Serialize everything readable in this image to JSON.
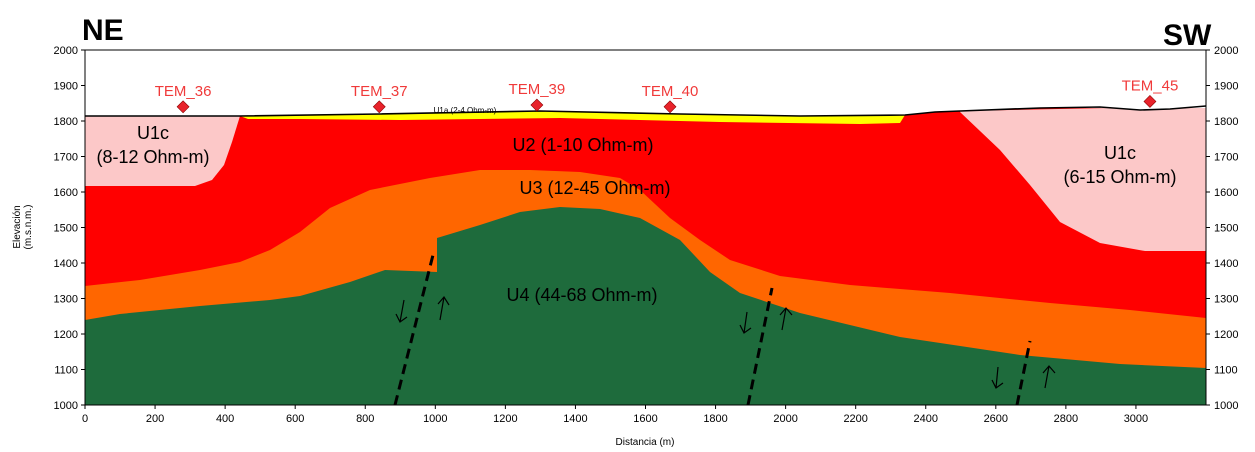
{
  "corners": {
    "left": "NE",
    "right": "SW"
  },
  "axes": {
    "xlabel": "Distancia (m)",
    "ylabel_line1": "Elevación",
    "ylabel_line2": "(m.s.n.m.)",
    "xlim": [
      0,
      3200
    ],
    "ylim": [
      1000,
      2000
    ],
    "x_ticks": [
      "0",
      "200",
      "400",
      "600",
      "800",
      "1000",
      "1200",
      "1400",
      "1600",
      "1800",
      "2000",
      "2200",
      "2400",
      "2600",
      "2800",
      "3000"
    ],
    "y_ticks": [
      "2000",
      "1900",
      "1800",
      "1700",
      "1600",
      "1500",
      "1400",
      "1300",
      "1200",
      "1100",
      "1000"
    ]
  },
  "stations": [
    {
      "name": "TEM_36",
      "x": 280,
      "elev": 1840
    },
    {
      "name": "TEM_37",
      "x": 840,
      "elev": 1840
    },
    {
      "name": "TEM_39",
      "x": 1290,
      "elev": 1845
    },
    {
      "name": "TEM_40",
      "x": 1670,
      "elev": 1840
    },
    {
      "name": "TEM_45",
      "x": 3040,
      "elev": 1855
    }
  ],
  "units": {
    "u1c_left": {
      "line1": "U1c",
      "line2": "(8-12 Ohm-m)"
    },
    "u1c_right": {
      "line1": "U1c",
      "line2": "(6-15 Ohm-m)"
    },
    "u1a": "U1a (2-4 Ohm-m)",
    "u2": "U2 (1-10 Ohm-m)",
    "u3": "U3 (12-45 Ohm-m)",
    "u4": "U4 (44-68 Ohm-m)"
  },
  "colors": {
    "u1c": "#fcc8c8",
    "u1a": "#ffff00",
    "u2": "#ff0000",
    "u3": "#ff6600",
    "u4": "#1e6b3c",
    "station_marker": "#e8232b",
    "station_label": "#f03a3a"
  }
}
